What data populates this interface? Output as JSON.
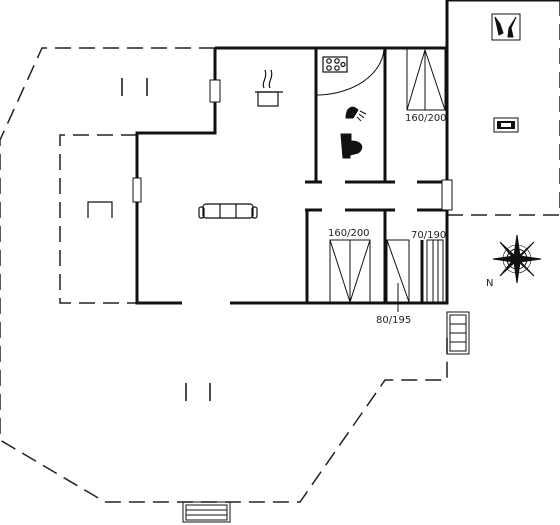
{
  "bed_labels": {
    "top_right": "160/200",
    "middle_left": "160/200",
    "middle_right": "70/190",
    "bottom": "80/195"
  },
  "compass": {
    "north": "N"
  },
  "icons": {
    "stove": "stove-pot-icon",
    "hob": "hob-icon",
    "shower": "shower-icon",
    "toilet": "toilet-icon",
    "sofa": "sofa-icon",
    "garden_chairs": "garden-chairs-icon",
    "bbq": "bbq-icon",
    "tools": "tools-icon",
    "table": "table-icon"
  }
}
